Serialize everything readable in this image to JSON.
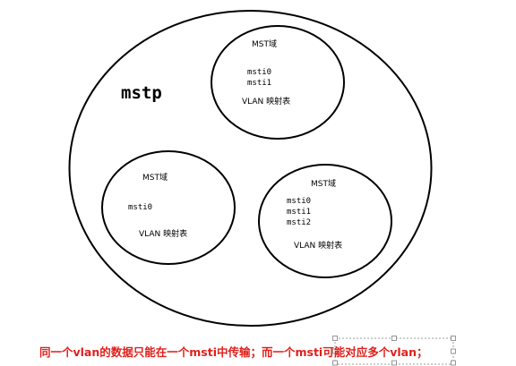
{
  "diagram": {
    "title": "mstp",
    "domains": [
      {
        "header": "MST域",
        "instances": [
          "msti0",
          "msti1"
        ],
        "table": "VLAN 映射表"
      },
      {
        "header": "MST域",
        "instances": [
          "msti0"
        ],
        "table": "VLAN 映射表"
      },
      {
        "header": "MST域",
        "instances": [
          "msti0",
          "msti1",
          "msti2"
        ],
        "table": "VLAN 映射表"
      }
    ],
    "caption": "同一个vlan的数据只能在一个msti中传输；而一个msti可能对应多个vlan；"
  },
  "colors": {
    "stroke": "#000000",
    "caption": "#e0201b",
    "handles": "#7f7f7f"
  }
}
